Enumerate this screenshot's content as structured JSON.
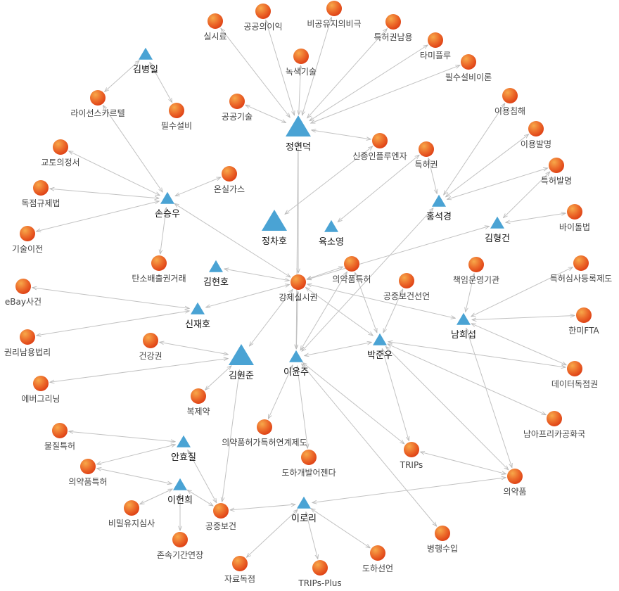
{
  "colors": {
    "person_node": "#4aa3d4",
    "topic_node": "#e8501c",
    "topic_node_highlight": "#f5a03a",
    "edge": "#c2c2c2",
    "label": "#444444"
  },
  "people": [
    {
      "id": "jung",
      "label": "정연덕"
    },
    {
      "id": "jcha",
      "label": "정차호"
    },
    {
      "id": "ryuk",
      "label": "육소영"
    },
    {
      "id": "hong",
      "label": "홍석경"
    },
    {
      "id": "hyeongg",
      "label": "김형건"
    },
    {
      "id": "son",
      "label": "손승우"
    },
    {
      "id": "byung",
      "label": "김병일"
    },
    {
      "id": "hyunho",
      "label": "김현호"
    },
    {
      "id": "shin",
      "label": "신재호"
    },
    {
      "id": "wonjun",
      "label": "김원준"
    },
    {
      "id": "lyj",
      "label": "이윤주"
    },
    {
      "id": "park",
      "label": "박준우"
    },
    {
      "id": "nam",
      "label": "남희섭"
    },
    {
      "id": "ahn",
      "label": "안효질"
    },
    {
      "id": "hh",
      "label": "이헌희"
    },
    {
      "id": "lori",
      "label": "이로리"
    }
  ],
  "topics": [
    {
      "id": "silsi",
      "label": "실시료"
    },
    {
      "id": "gongik",
      "label": "공공의이익"
    },
    {
      "id": "bigong",
      "label": "비공유지의비극"
    },
    {
      "id": "teukhn",
      "label": "특허권남용"
    },
    {
      "id": "tami",
      "label": "타미플루"
    },
    {
      "id": "pilsu_th",
      "label": "필수설비이론"
    },
    {
      "id": "noksaek",
      "label": "녹색기술"
    },
    {
      "id": "gonggi",
      "label": "공공기술"
    },
    {
      "id": "iyongc",
      "label": "이용침해"
    },
    {
      "id": "iyongb",
      "label": "이용발명"
    },
    {
      "id": "sinjong",
      "label": "신종인플루엔자"
    },
    {
      "id": "teukgwon",
      "label": "특허권"
    },
    {
      "id": "teukbal",
      "label": "특허발명"
    },
    {
      "id": "bio",
      "label": "바이돌법"
    },
    {
      "id": "license",
      "label": "라이선스카르텔"
    },
    {
      "id": "pilsu",
      "label": "필수설비"
    },
    {
      "id": "kyoto",
      "label": "교토의정서"
    },
    {
      "id": "onsil",
      "label": "온실가스"
    },
    {
      "id": "dokjeom",
      "label": "독점규제법"
    },
    {
      "id": "gisul",
      "label": "기술이전"
    },
    {
      "id": "tanso",
      "label": "탄소배출권거래"
    },
    {
      "id": "gangje",
      "label": "강제실시권"
    },
    {
      "id": "uiyak",
      "label": "의약품특허"
    },
    {
      "id": "gongjung_s",
      "label": "공중보건선언"
    },
    {
      "id": "chaegim",
      "label": "책임운영기관"
    },
    {
      "id": "tsd",
      "label": "특허심사등록제도"
    },
    {
      "id": "ebay",
      "label": "eBay사건"
    },
    {
      "id": "hanmi",
      "label": "한미FTA"
    },
    {
      "id": "gwonri",
      "label": "권리남용법리"
    },
    {
      "id": "geongang",
      "label": "건강권"
    },
    {
      "id": "data",
      "label": "데이터독점권"
    },
    {
      "id": "ever",
      "label": "에버그리닝"
    },
    {
      "id": "bokje",
      "label": "복제약"
    },
    {
      "id": "nama",
      "label": "남아프리카공화국"
    },
    {
      "id": "uyhy",
      "label": "의약품허가특허연계제도"
    },
    {
      "id": "muljil",
      "label": "물질특허"
    },
    {
      "id": "trips",
      "label": "TRIPs"
    },
    {
      "id": "doha_ag",
      "label": "도하개발어젠다"
    },
    {
      "id": "uiyak2",
      "label": "의약품특허"
    },
    {
      "id": "uiyakpum",
      "label": "의약품"
    },
    {
      "id": "bimil",
      "label": "비밀유지심사"
    },
    {
      "id": "gongbo",
      "label": "공중보건"
    },
    {
      "id": "byeong",
      "label": "병행수입"
    },
    {
      "id": "jonsok",
      "label": "존속기간연장"
    },
    {
      "id": "doha_s",
      "label": "도하선언"
    },
    {
      "id": "jaryo",
      "label": "자료독점"
    },
    {
      "id": "tripsp",
      "label": "TRIPs-Plus"
    }
  ],
  "edges": [
    [
      "silsi",
      "jung"
    ],
    [
      "gongik",
      "jung"
    ],
    [
      "bigong",
      "jung"
    ],
    [
      "teukhn",
      "jung"
    ],
    [
      "tami",
      "jung"
    ],
    [
      "pilsu_th",
      "jung"
    ],
    [
      "noksaek",
      "jung"
    ],
    [
      "jung",
      "gonggi"
    ],
    [
      "jung",
      "sinjong"
    ],
    [
      "jung",
      "gangje"
    ],
    [
      "jung",
      "lyj"
    ],
    [
      "byung",
      "license"
    ],
    [
      "byung",
      "pilsu"
    ],
    [
      "license",
      "son"
    ],
    [
      "son",
      "kyoto"
    ],
    [
      "son",
      "onsil"
    ],
    [
      "son",
      "dokjeom"
    ],
    [
      "son",
      "gisul"
    ],
    [
      "tanso",
      "son"
    ],
    [
      "gangje",
      "son"
    ],
    [
      "sinjong",
      "jcha"
    ],
    [
      "teukgwon",
      "hong"
    ],
    [
      "iyongc",
      "hong"
    ],
    [
      "iyongb",
      "hong"
    ],
    [
      "teukbal",
      "hong"
    ],
    [
      "teukgwon",
      "ryuk"
    ],
    [
      "hong",
      "lyj"
    ],
    [
      "hyeongg",
      "bio"
    ],
    [
      "teukbal",
      "hyeongg"
    ],
    [
      "hyeongg",
      "gangje"
    ],
    [
      "hyunho",
      "gangje"
    ],
    [
      "gangje",
      "shin"
    ],
    [
      "gangje",
      "wonjun"
    ],
    [
      "gangje",
      "park"
    ],
    [
      "gangje",
      "nam"
    ],
    [
      "gangje",
      "lyj"
    ],
    [
      "uiyak",
      "park"
    ],
    [
      "uiyak",
      "lyj"
    ],
    [
      "uiyak",
      "gangje"
    ],
    [
      "gongjung_s",
      "park"
    ],
    [
      "chaegim",
      "nam"
    ],
    [
      "tsd",
      "nam"
    ],
    [
      "hanmi",
      "nam"
    ],
    [
      "data",
      "nam"
    ],
    [
      "nam",
      "uiyakpum"
    ],
    [
      "shin",
      "ebay"
    ],
    [
      "shin",
      "gwonri"
    ],
    [
      "geongang",
      "wonjun"
    ],
    [
      "wonjun",
      "ever"
    ],
    [
      "wonjun",
      "bokje"
    ],
    [
      "wonjun",
      "gongbo"
    ],
    [
      "park",
      "lyj"
    ],
    [
      "park",
      "data"
    ],
    [
      "park",
      "nama"
    ],
    [
      "park",
      "trips"
    ],
    [
      "park",
      "uiyakpum"
    ],
    [
      "lyj",
      "uyhy"
    ],
    [
      "lyj",
      "doha_ag"
    ],
    [
      "lyj",
      "trips"
    ],
    [
      "lyj",
      "byeong"
    ],
    [
      "trips",
      "uiyakpum"
    ],
    [
      "muljil",
      "ahn"
    ],
    [
      "ahn",
      "uiyak2"
    ],
    [
      "ahn",
      "gongbo"
    ],
    [
      "uiyak2",
      "hh"
    ],
    [
      "bimil",
      "hh"
    ],
    [
      "hh",
      "gongbo"
    ],
    [
      "hh",
      "jonsok"
    ],
    [
      "gongbo",
      "lori"
    ],
    [
      "lori",
      "uiyakpum"
    ],
    [
      "lori",
      "doha_s"
    ],
    [
      "lori",
      "jaryo"
    ],
    [
      "lori",
      "tripsp"
    ]
  ]
}
